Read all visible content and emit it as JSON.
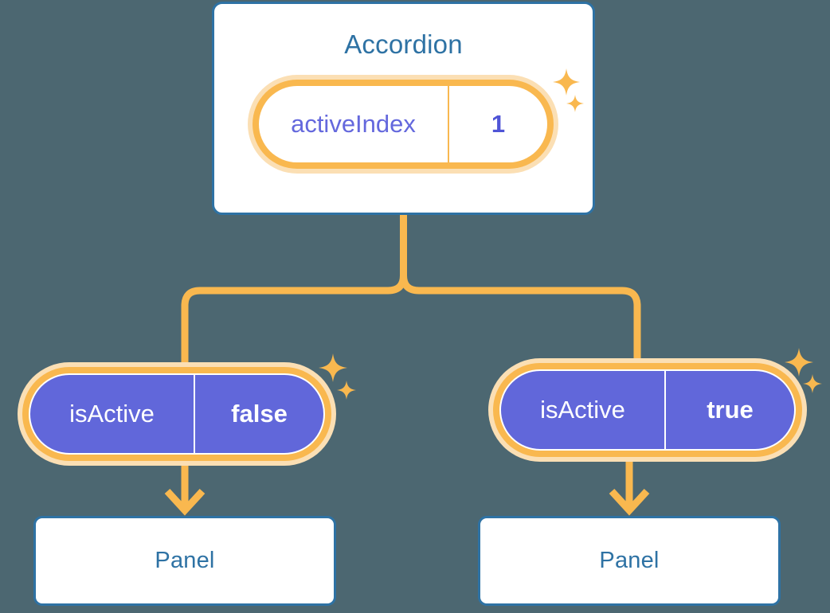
{
  "theme": {
    "background": "#4c6771",
    "card_border": "#2e72a4",
    "card_fill": "#ffffff",
    "title_text": "#2e72a4",
    "amber_ring": "#f9b84f",
    "amber_halo": "#fbdfb4",
    "purple_fill": "#6167da",
    "purple_text": "#6468dd",
    "white_text": "#ffffff",
    "connector": "#f9b84f"
  },
  "diagram": {
    "root": {
      "title": "Accordion",
      "state_pill": {
        "key": "activeIndex",
        "value": "1",
        "style": "white",
        "sparkle_big": "sparkle-icon",
        "sparkle_small": "sparkle-icon"
      }
    },
    "branches": [
      {
        "side": "left",
        "prop_pill": {
          "key": "isActive",
          "value": "false",
          "style": "purple",
          "sparkle_big": "sparkle-icon",
          "sparkle_small": "sparkle-icon"
        },
        "arrow": "arrow-down-icon",
        "child": {
          "title": "Panel"
        }
      },
      {
        "side": "right",
        "prop_pill": {
          "key": "isActive",
          "value": "true",
          "style": "purple",
          "sparkle_big": "sparkle-icon",
          "sparkle_small": "sparkle-icon"
        },
        "arrow": "arrow-down-icon",
        "child": {
          "title": "Panel"
        }
      }
    ]
  }
}
